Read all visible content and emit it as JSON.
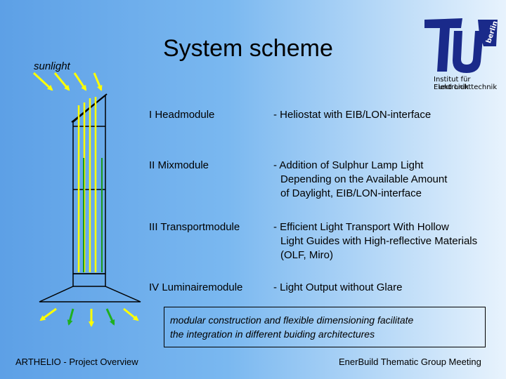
{
  "title": "System scheme",
  "sunlight_label": "sunlight",
  "modules": [
    {
      "name": "I   Headmodule",
      "desc": [
        "- Heliostat with EIB/LON-interface"
      ]
    },
    {
      "name": "II  Mixmodule",
      "desc": [
        "- Addition of Sulphur Lamp Light",
        "  Depending on the Available Amount",
        "  of Daylight, EIB/LON-interface"
      ]
    },
    {
      "name": "III Transportmodule",
      "desc": [
        "- Efficient Light Transport With Hollow",
        "  Light Guides with High-reflective Materials",
        "  (OLF, Miro)"
      ]
    },
    {
      "name": "IV Luminairemodule",
      "desc": [
        "- Light Output without Glare"
      ]
    }
  ],
  "note": [
    "modular construction and flexible dimensioning facilitate",
    "the integration in different buiding architectures"
  ],
  "logo": {
    "institute_line1": "Institut für Elektronik",
    "institute_line2": "und Lichttechnik"
  },
  "footer": {
    "left": "ARTHELIO - Project Overview",
    "right": "EnerBuild Thematic Group Meeting"
  },
  "colors": {
    "arrow_yellow": "#ffff00",
    "arrow_green": "#1fb01f",
    "guide_line": "#1a9a1a",
    "logo_blue": "#1a2a8a"
  }
}
